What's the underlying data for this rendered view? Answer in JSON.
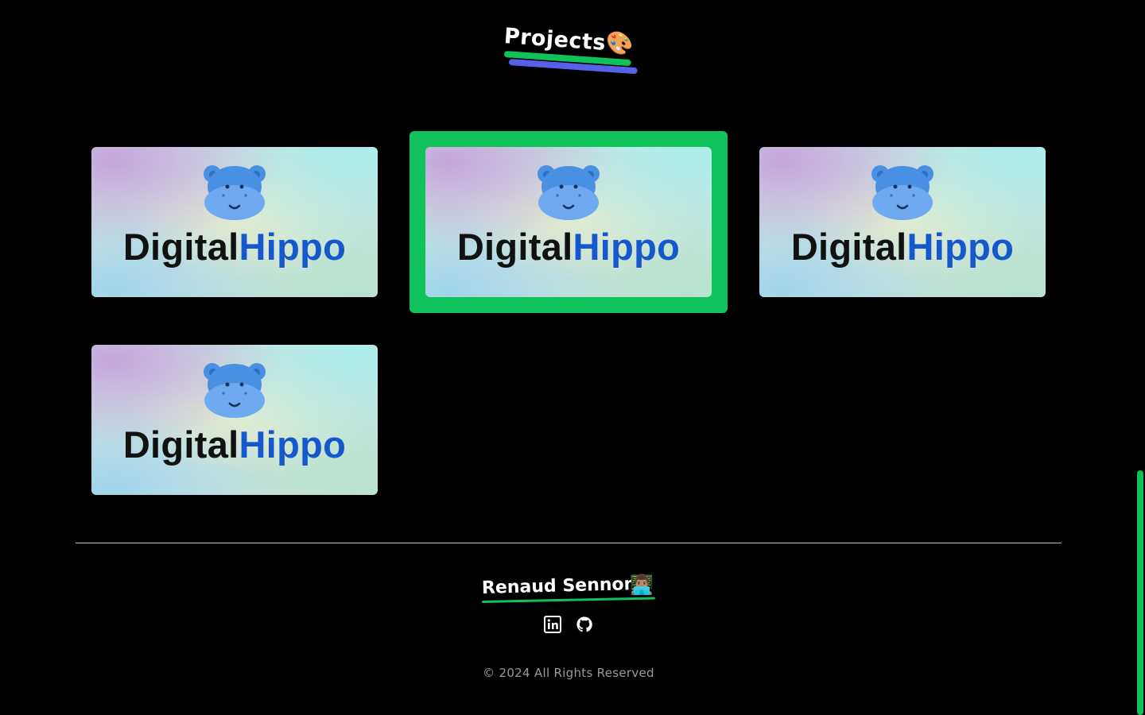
{
  "section": {
    "title": "Projects",
    "title_emoji": "🎨"
  },
  "projects": [
    {
      "brand_part1": "Digital",
      "brand_part2": "Hippo",
      "selected": false
    },
    {
      "brand_part1": "Digital",
      "brand_part2": "Hippo",
      "selected": true
    },
    {
      "brand_part1": "Digital",
      "brand_part2": "Hippo",
      "selected": false
    },
    {
      "brand_part1": "Digital",
      "brand_part2": "Hippo",
      "selected": false
    }
  ],
  "footer": {
    "name": "Renaud Sennon",
    "name_emoji": "👨🏽‍💻",
    "social_icons": [
      "linkedin-icon",
      "github-icon"
    ],
    "copyright": "© 2024 All Rights Reserved"
  },
  "colors": {
    "accent_green": "#0fc35a",
    "accent_blue": "#5561e8",
    "hippo_blue": "#1557cc",
    "background": "#000000"
  }
}
